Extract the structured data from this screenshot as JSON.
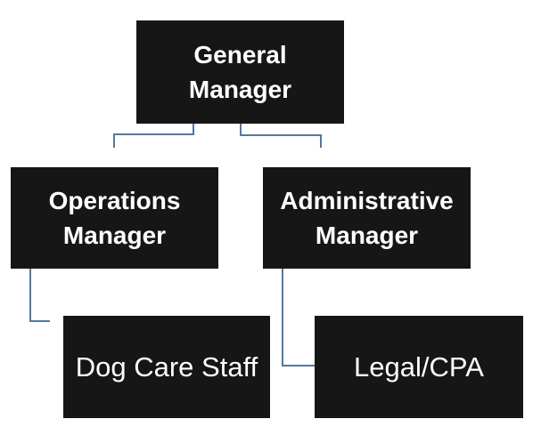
{
  "diagram": {
    "type": "org-chart"
  },
  "colors": {
    "background": "#ffffff",
    "box_fill": "#161616",
    "box_text": "#ffffff",
    "connector": "#54779e"
  },
  "nodes": [
    {
      "id": "general-manager",
      "label": "General Manager",
      "lines": [
        "General",
        "Manager"
      ],
      "level": 1,
      "reports_to": null
    },
    {
      "id": "operations-manager",
      "label": "Operations Manager",
      "lines": [
        "Operations",
        "Manager"
      ],
      "level": 2,
      "reports_to": "general-manager"
    },
    {
      "id": "administrative-manager",
      "label": "Administrative Manager",
      "lines": [
        "Administrative",
        "Manager"
      ],
      "level": 2,
      "reports_to": "general-manager"
    },
    {
      "id": "dog-care-staff",
      "label": "Dog Care Staff",
      "lines": [
        "Dog Care Staff"
      ],
      "level": 3,
      "reports_to": "operations-manager"
    },
    {
      "id": "legal-cpa",
      "label": "Legal/CPA",
      "lines": [
        "Legal/CPA"
      ],
      "level": 3,
      "reports_to": "administrative-manager"
    }
  ],
  "edges": [
    {
      "from": "general-manager",
      "to": "operations-manager"
    },
    {
      "from": "general-manager",
      "to": "administrative-manager"
    },
    {
      "from": "operations-manager",
      "to": "dog-care-staff"
    },
    {
      "from": "administrative-manager",
      "to": "legal-cpa"
    }
  ]
}
